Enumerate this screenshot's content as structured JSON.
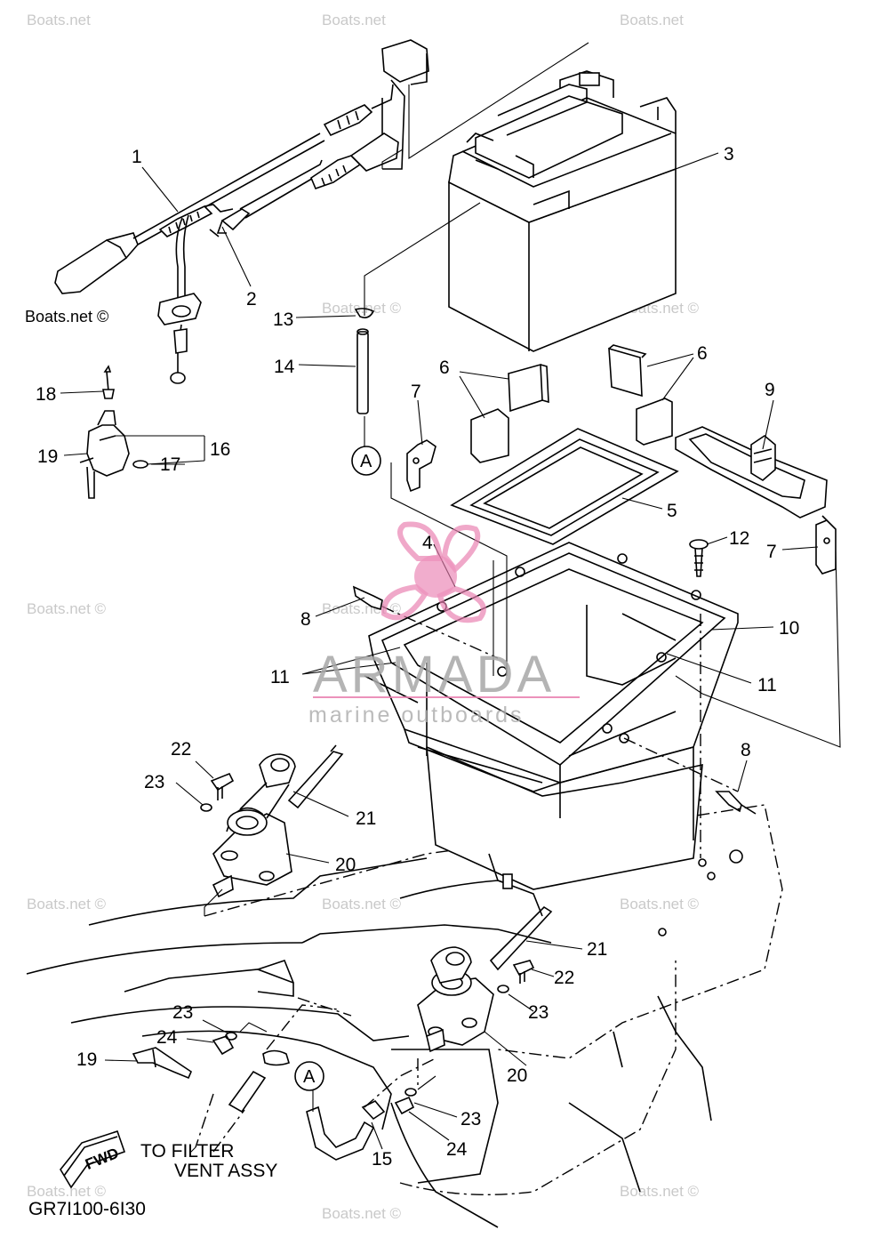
{
  "diagram": {
    "callouts": [
      "1",
      "2",
      "3",
      "4",
      "5",
      "6",
      "6",
      "7",
      "7",
      "8",
      "8",
      "9",
      "10",
      "11",
      "11",
      "12",
      "13",
      "14",
      "15",
      "16",
      "17",
      "18",
      "19",
      "19",
      "20",
      "20",
      "21",
      "21",
      "22",
      "22",
      "23",
      "23",
      "23",
      "23",
      "24",
      "24"
    ],
    "ref_marks": [
      "A",
      "A"
    ],
    "fwd_label": "FWD",
    "note_line1": "TO FILTER",
    "note_line2": "VENT ASSY",
    "drawing_code": "GR7I100-6I30"
  },
  "watermark": {
    "site": "Boats.net",
    "site_copyright": "Boats.net ©",
    "brand_name": "ARMADA",
    "brand_tagline": "marine outboards",
    "brand_color": "#e97fb0"
  }
}
